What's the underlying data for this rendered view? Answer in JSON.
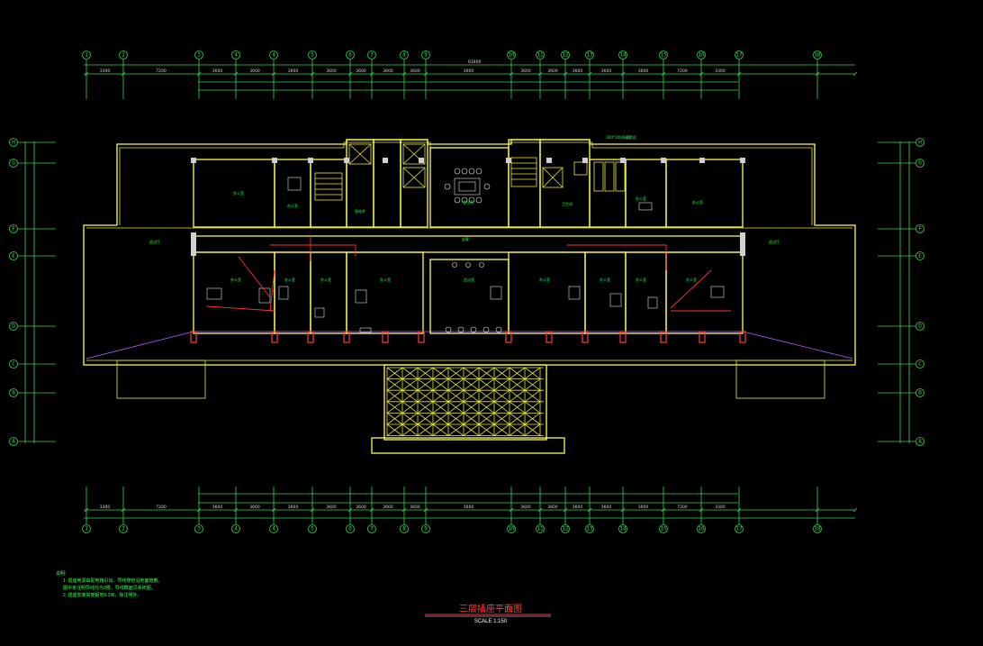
{
  "drawing": {
    "title": "三层插座平面图",
    "scale": "SCALE 1:150",
    "top_note": "300*100线槽敷设",
    "notes": {
      "heading": "说明:",
      "lines": [
        "1. 插座电源由配电箱引出，导线穿管沿地面暗敷。",
        "   图中未注明导线均为3根，导线截面见系统图。",
        "2. 插座安装高度距地0.3米，除注明外。"
      ]
    },
    "axes": {
      "horizontal": [
        "1",
        "2",
        "3",
        "4",
        "4",
        "5",
        "6",
        "7",
        "8",
        "9",
        "10",
        "11",
        "12",
        "13",
        "14",
        "15",
        "16",
        "17",
        "18"
      ],
      "vertical_left": [
        "H",
        "G",
        "F",
        "E",
        "D",
        "C",
        "B",
        "A"
      ],
      "vertical_right": [
        "H",
        "G",
        "F",
        "E",
        "D",
        "C",
        "B",
        "A"
      ]
    },
    "dims": {
      "total": "61800",
      "row_top": [
        "3300",
        "7200",
        "3600",
        "3600",
        "3600",
        "3600",
        "3600",
        "3600",
        "3600",
        "3600",
        "3600",
        "3600",
        "3600",
        "3600",
        "3600",
        "7200",
        "3300"
      ],
      "row_bottom": [
        "3300",
        "7200",
        "3600",
        "3600",
        "3600",
        "3600",
        "3600",
        "3600",
        "3600",
        "3600",
        "3600",
        "3600",
        "3600",
        "3600",
        "3600",
        "7200",
        "3300"
      ]
    },
    "rooms": {
      "left_lobby": "会议厅",
      "right_lobby": "会议厅",
      "upper": [
        "办公室",
        "办公室",
        "强电井",
        "会议室",
        "卫生间",
        "办公室",
        "办公室"
      ],
      "lower": [
        "办公室",
        "办公室",
        "办公室",
        "办公室",
        "会议室",
        "办公室",
        "办公室",
        "办公室",
        "办公室"
      ],
      "corridor": "走廊"
    },
    "colors": {
      "wall": "#ffff4d",
      "dimension": "#39d353",
      "wiring": "#ff3333",
      "title": "#ff4444"
    }
  }
}
